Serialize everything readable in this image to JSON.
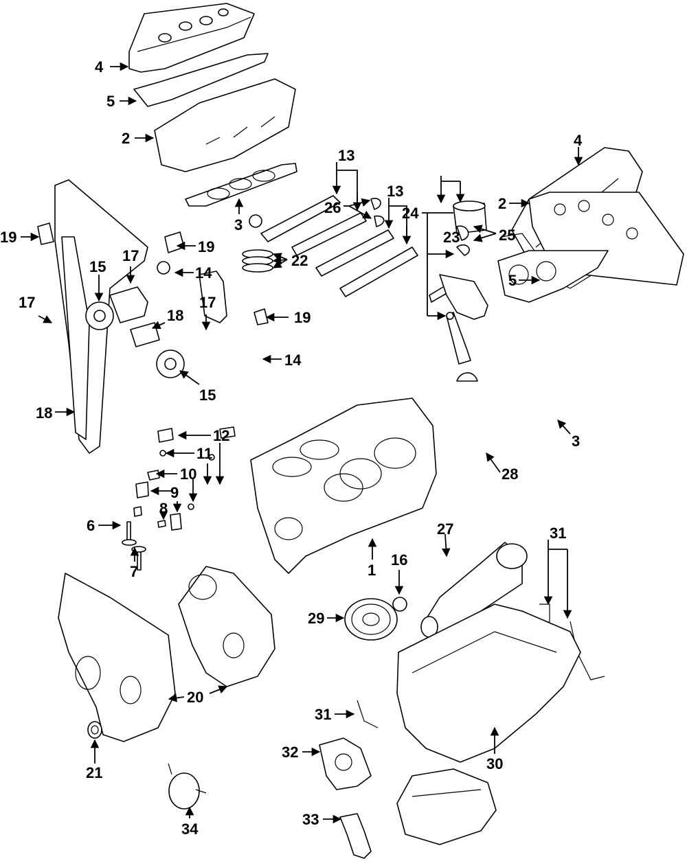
{
  "callouts": {
    "c1": "1",
    "c2a": "2",
    "c2b": "2",
    "c3a": "3",
    "c3b": "3",
    "c4a": "4",
    "c4b": "4",
    "c5a": "5",
    "c5b": "5",
    "c6": "6",
    "c7": "7",
    "c8": "8",
    "c9": "9",
    "c10": "10",
    "c11": "11",
    "c12": "12",
    "c13a": "13",
    "c13b": "13",
    "c14a": "14",
    "c14b": "14",
    "c15a": "15",
    "c15b": "15",
    "c16": "16",
    "c17a": "17",
    "c17b": "17",
    "c17c": "17",
    "c18a": "18",
    "c18b": "18",
    "c19a": "19",
    "c19b": "19",
    "c19c": "19",
    "c20": "20",
    "c21": "21",
    "c22": "22",
    "c23": "23",
    "c24": "24",
    "c25": "25",
    "c26": "26",
    "c27": "27",
    "c28": "28",
    "c29": "29",
    "c30": "30",
    "c31a": "31",
    "c31b": "31",
    "c32": "32",
    "c33": "33",
    "c34": "34"
  }
}
